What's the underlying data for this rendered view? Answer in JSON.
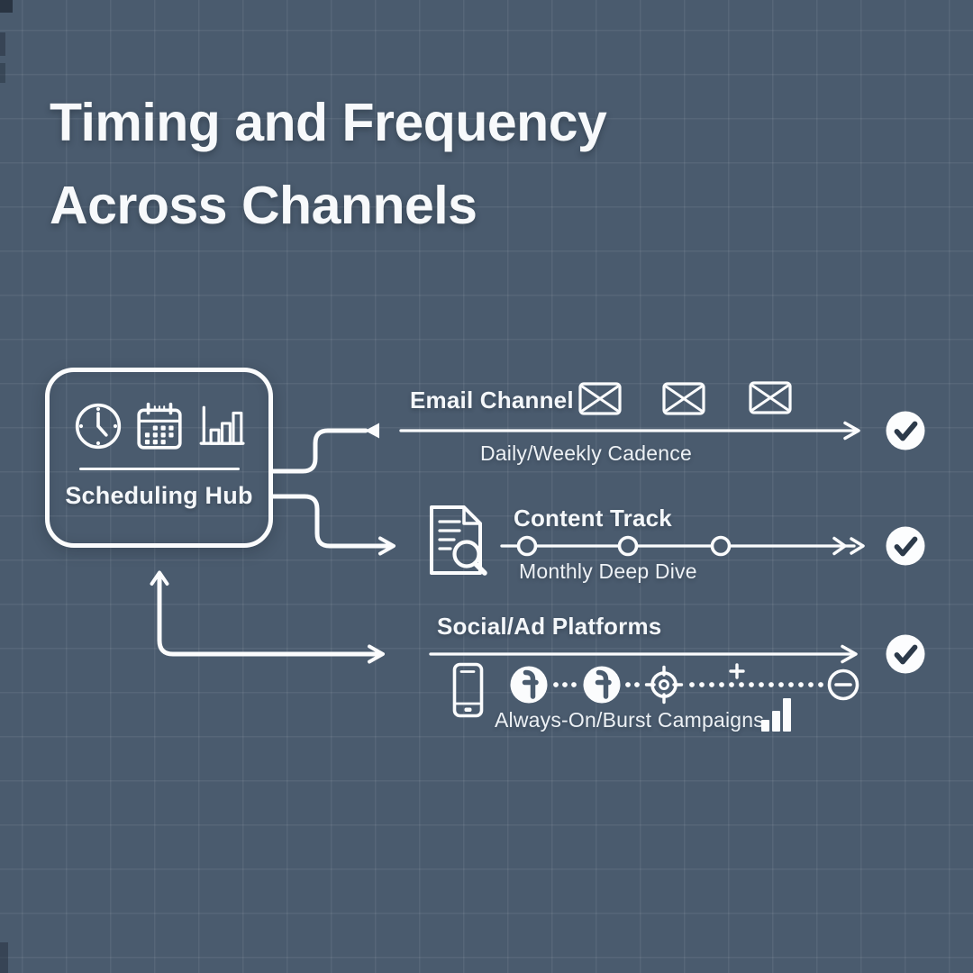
{
  "canvas": {
    "background_color": "#4A5B6E",
    "grid_color": "rgba(255,255,255,0.065)",
    "line_color": "#FBFCFD",
    "check_color": "#2C3A4A"
  },
  "title": {
    "line1": "Timing and Frequency",
    "line2": "Across Channels"
  },
  "hub": {
    "label": "Scheduling Hub",
    "icons": [
      "clock-icon",
      "calendar-icon",
      "bar-chart-icon"
    ]
  },
  "rows": {
    "email": {
      "label": "Email Channel",
      "sublabel": "Daily/Weekly Cadence",
      "icons": [
        "envelope-icon",
        "envelope-icon",
        "envelope-icon"
      ],
      "status_icon": "check-icon"
    },
    "content": {
      "label": "Content Track",
      "sublabel": "Monthly Deep Dive",
      "icon": "document-search-icon",
      "milestone_nodes": 3,
      "status_icon": "check-icon"
    },
    "social": {
      "label": "Social/Ad Platforms",
      "sublabel": "Always-On/Burst Campaigns",
      "icons": [
        "smartphone-icon",
        "facebook-icon",
        "facebook-icon",
        "target-icon",
        "plus-icon",
        "minus-circle-icon",
        "bar-chart-filled-icon"
      ],
      "status_icon": "check-icon"
    }
  }
}
